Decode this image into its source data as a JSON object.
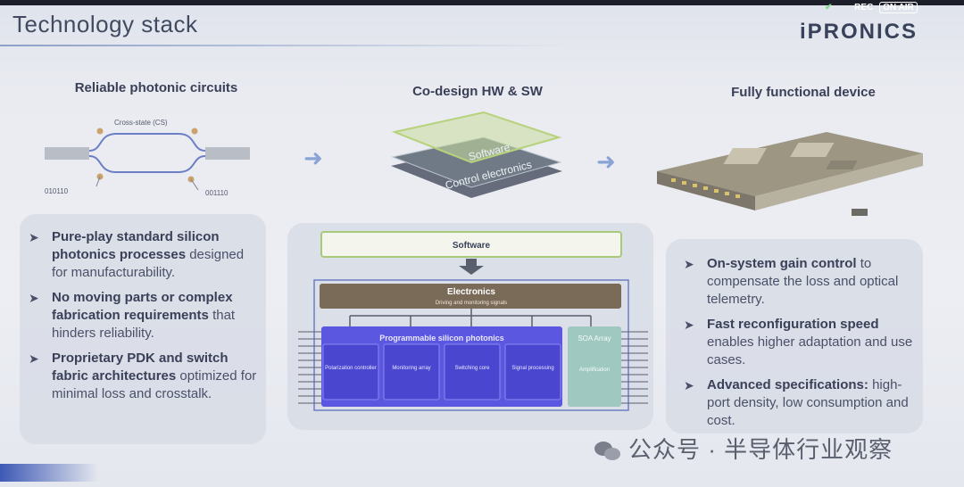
{
  "slide": {
    "title": "Technology stack",
    "logo": "iPRONICS",
    "rec_label": "REC",
    "on_air_label": "ON AIR"
  },
  "columns": [
    {
      "heading": "Reliable photonic circuits",
      "diagram": {
        "cross_state_label": "Cross-state (CS)",
        "input_bits": "010110",
        "output_bits": "001110"
      },
      "bullets": [
        {
          "bold": "Pure-play standard silicon photonics processes",
          "text": "designed for manufacturability."
        },
        {
          "bold": "No moving parts or complex fabrication requirements",
          "text": "that hinders reliability."
        },
        {
          "bold": "Proprietary PDK and switch fabric architectures",
          "text": "optimized for minimal loss and crosstalk."
        }
      ]
    },
    {
      "heading": "Co-design HW & SW",
      "layers": {
        "top": "Software",
        "bottom": "Control electronics"
      },
      "block_diagram": {
        "software": "Software",
        "electronics_title": "Electronics",
        "electronics_sub": "Driving and monitoring signals",
        "photonics_title": "Programmable silicon photonics",
        "blocks": [
          "Polarization controller",
          "Monitoring array",
          "Switching core",
          "Signal processing"
        ],
        "soa_title": "SOA Array",
        "soa_sub": "Amplification"
      }
    },
    {
      "heading": "Fully functional device",
      "bullets": [
        {
          "bold": "On-system gain control",
          "text": "to compensate the loss and optical telemetry."
        },
        {
          "bold": "Fast reconfiguration speed",
          "text": "enables higher adaptation and use cases."
        },
        {
          "bold": "Advanced specifications:",
          "text": "high-port density, low consumption and cost."
        }
      ]
    }
  ],
  "watermark": "公众号 · 半导体行业观察",
  "colors": {
    "accent_blue": "#5b57e0",
    "electronics_brown": "#7a6a58",
    "soa_teal": "#9fc9c0",
    "software_green": "#a9c97a",
    "arrow_blue": "#8aa3d6"
  }
}
